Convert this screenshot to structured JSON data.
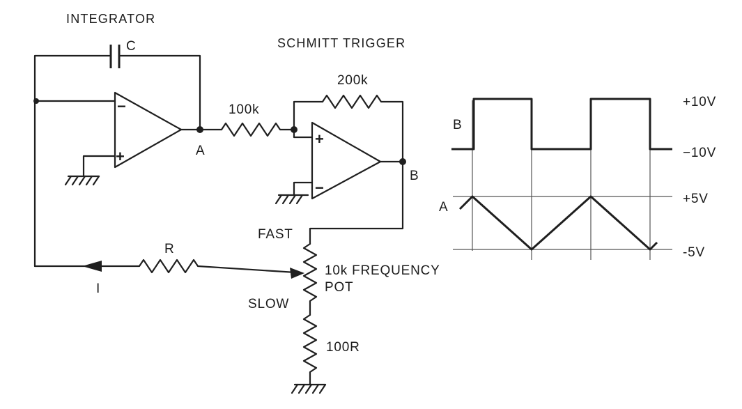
{
  "titles": {
    "integrator": "INTEGRATOR",
    "schmitt": "SCHMITT TRIGGER"
  },
  "components": {
    "capacitor": "C",
    "feedback_resistor": "200k",
    "input_resistor": "100k",
    "timing_resistor": "R",
    "pot_top": "FAST",
    "pot": "10k FREQUENCY",
    "pot_line2": "POT",
    "pot_bottom": "SLOW",
    "bottom_resistor": "100R",
    "current": "I"
  },
  "nodes": {
    "a": "A",
    "b": "B"
  },
  "opamp_signs": {
    "minus": "−",
    "plus": "+"
  },
  "waveforms": {
    "label_b": "B",
    "label_a": "A",
    "levels": [
      "+10V",
      "−10V",
      "+5V",
      "-5V"
    ]
  },
  "colors": {
    "ink": "#1f1f1f",
    "paper": "#ffffff"
  }
}
